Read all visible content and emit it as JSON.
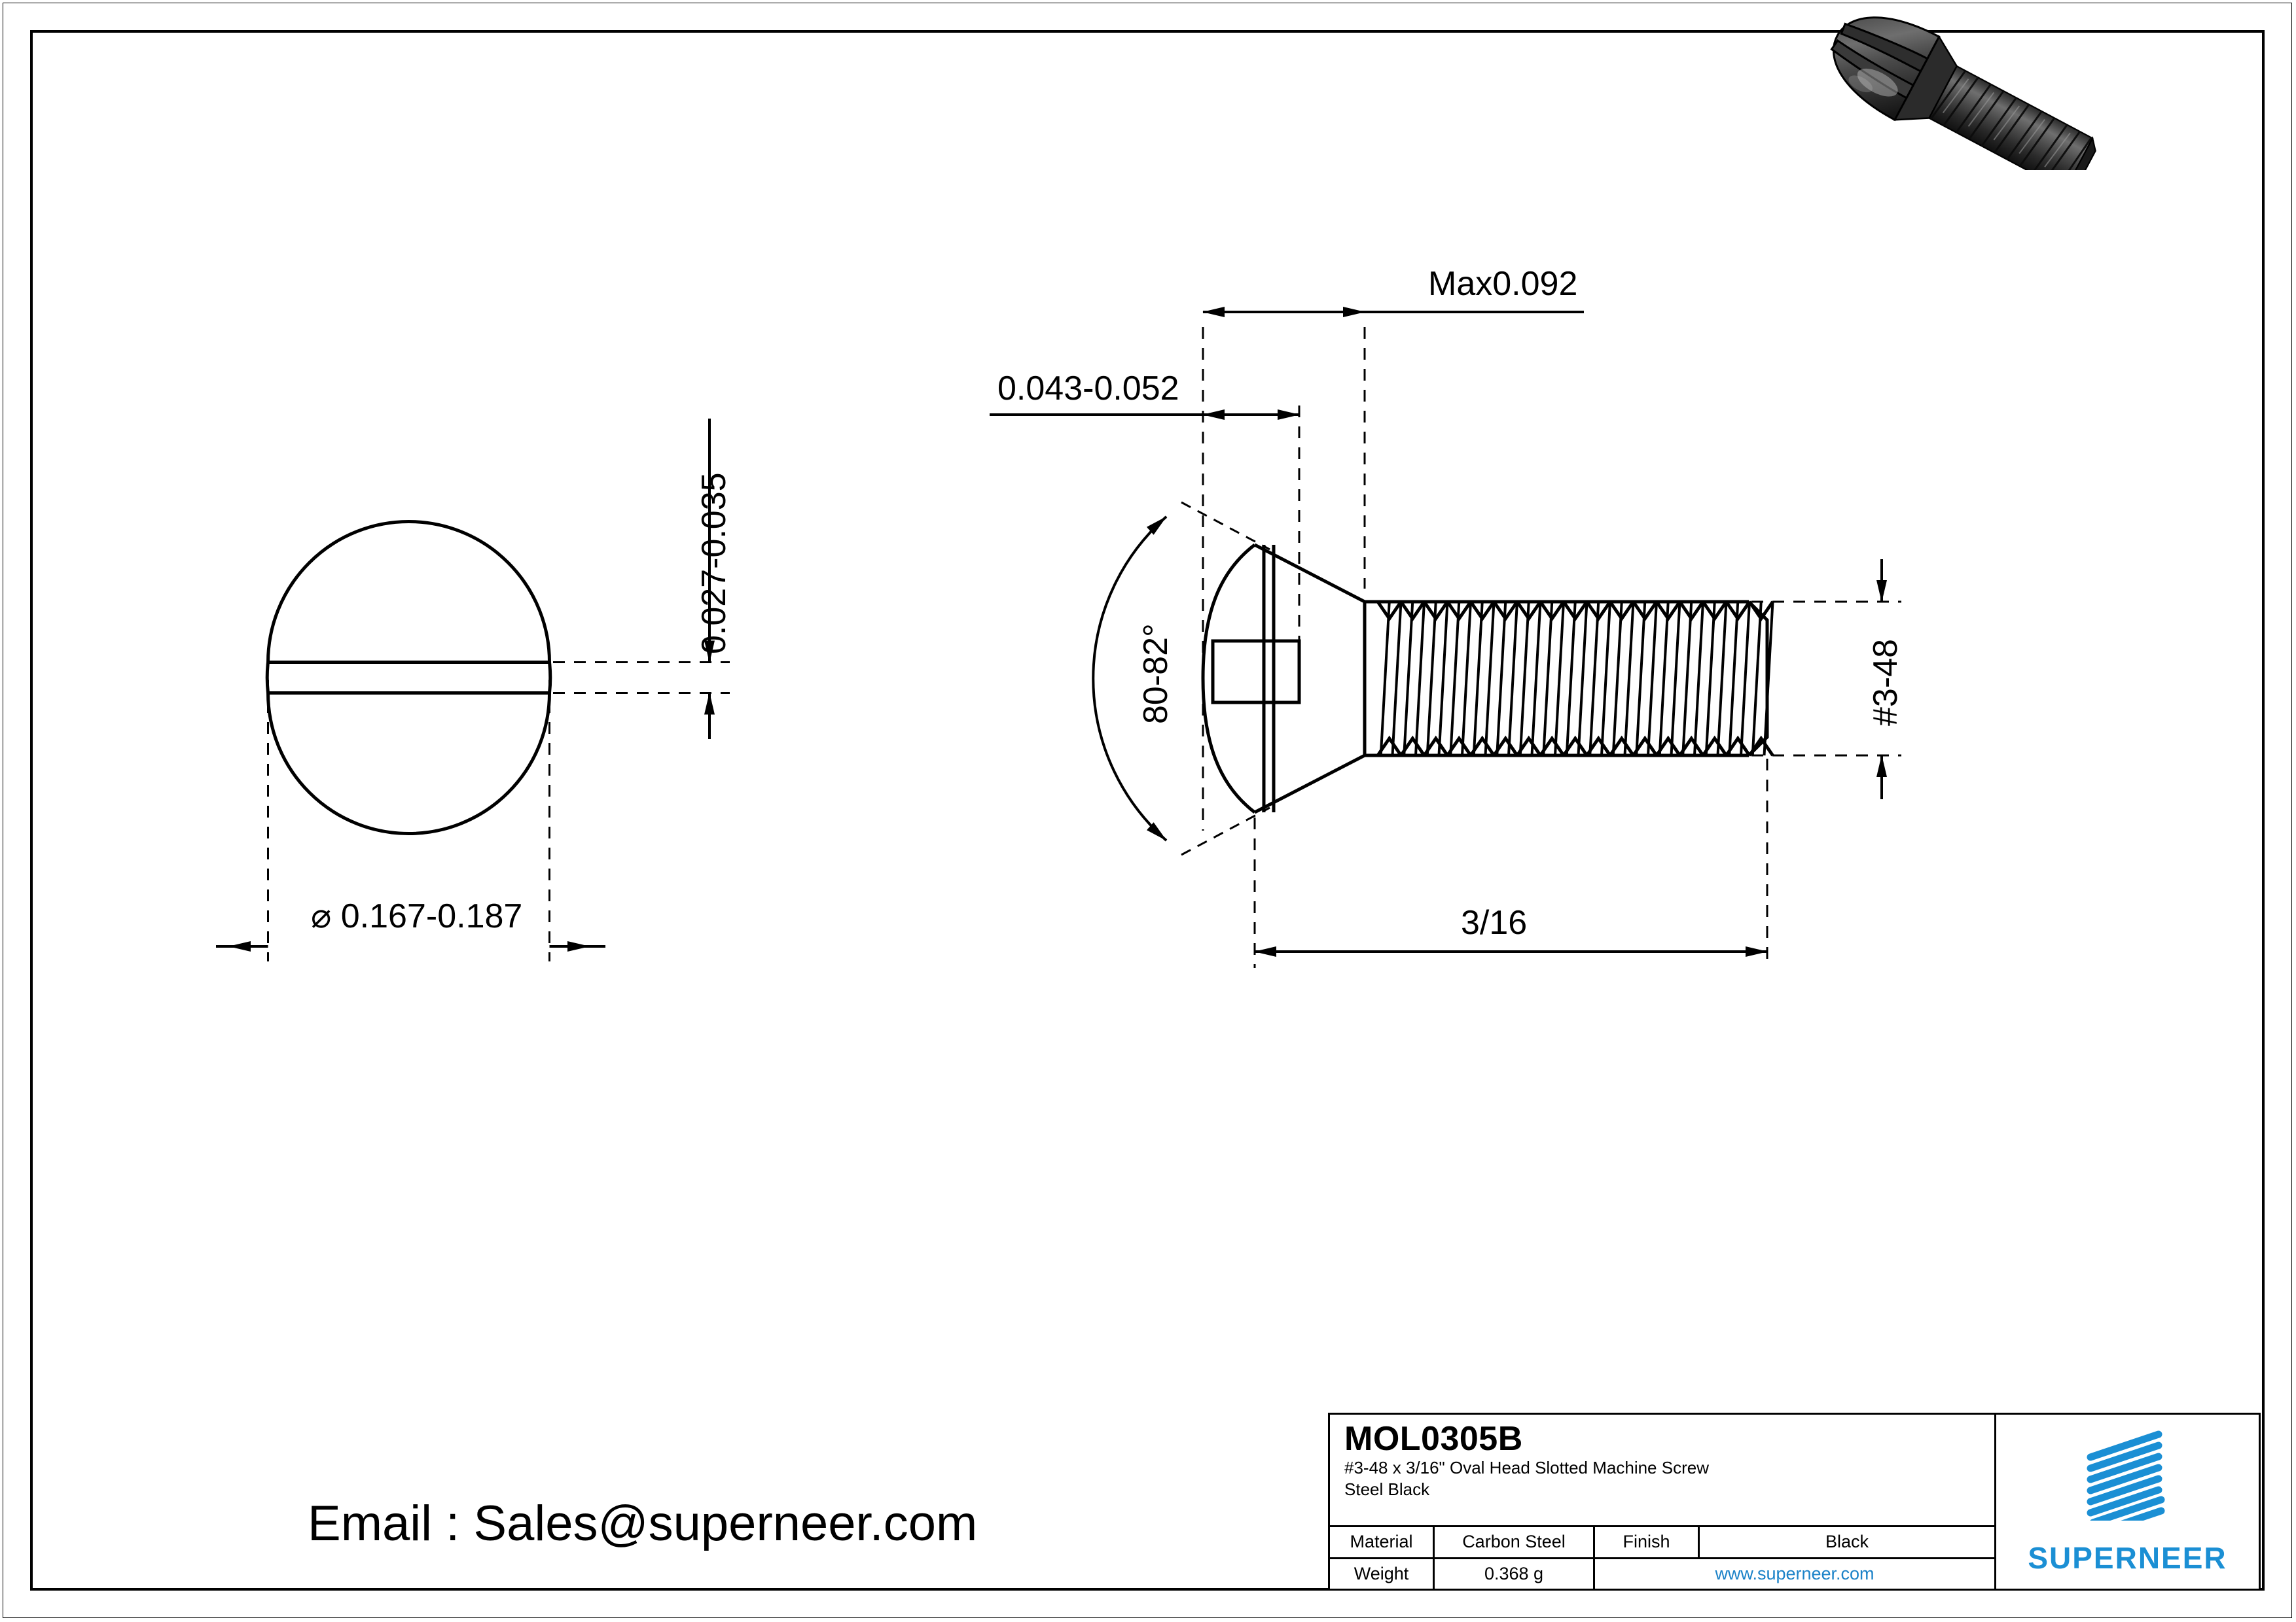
{
  "drawing": {
    "part_number": "MOL0305B",
    "description_line1": "#3-48 x 3/16\" Oval Head Slotted Machine Screw",
    "description_line2": "Steel Black",
    "dimensions": {
      "head_diameter": "⌀ 0.167-0.187",
      "slot_width": "0.027-0.035",
      "slot_depth": "0.043-0.052",
      "head_height": "Max0.092",
      "head_angle": "80-82°",
      "thread_size": "#3-48",
      "length": "3/16"
    }
  },
  "title_block": {
    "material_label": "Material",
    "material_value": "Carbon Steel",
    "finish_label": "Finish",
    "finish_value": "Black",
    "weight_label": "Weight",
    "weight_value": "0.368 g",
    "website": "www.superneer.com",
    "logo_word": "SUPERNEER",
    "accent_color": "#1b8fd4",
    "link_color": "#1b82c8"
  },
  "footer": {
    "email": "Email : Sales@superneer.com"
  }
}
